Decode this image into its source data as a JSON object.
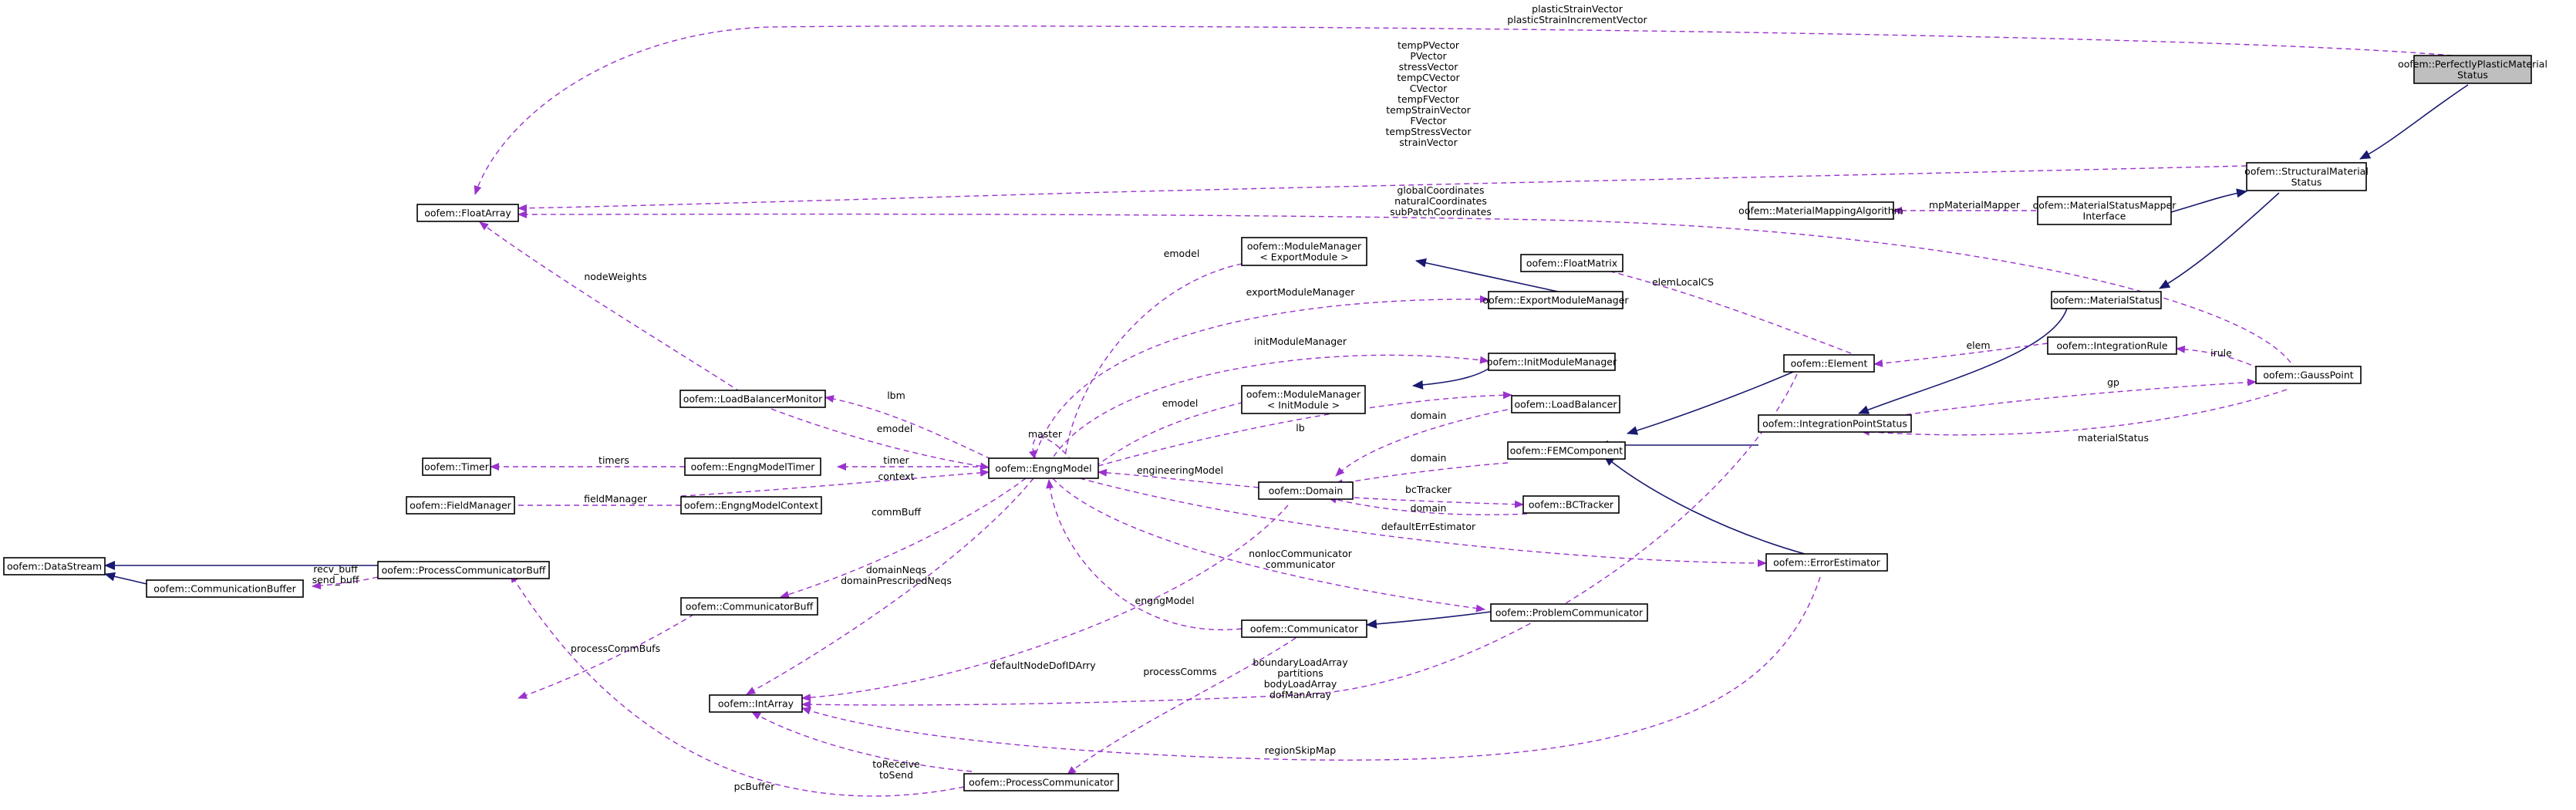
{
  "nodes": {
    "perfectlyplastic": [
      "oofem::PerfectlyPlasticMaterial",
      "Status"
    ],
    "structuralmaterialstatus": [
      "oofem::StructuralMaterial",
      "Status"
    ],
    "materialstatusmapper": [
      "oofem::MaterialStatusMapper",
      "Interface"
    ],
    "materialmappingalgorithm": [
      "oofem::MaterialMappingAlgorithm"
    ],
    "materialstatus": [
      "oofem::MaterialStatus"
    ],
    "floatarray": [
      "oofem::FloatArray"
    ],
    "modulemanager_export": [
      "oofem::ModuleManager",
      "< ExportModule >"
    ],
    "exportmodulemanager": [
      "oofem::ExportModuleManager"
    ],
    "floatmatrix": [
      "oofem::FloatMatrix"
    ],
    "initmodulemanager": [
      "oofem::InitModuleManager"
    ],
    "modulemanager_init": [
      "oofem::ModuleManager",
      "< InitModule >"
    ],
    "loadbalancer": [
      "oofem::LoadBalancer"
    ],
    "loadbalancermonitor": [
      "oofem::LoadBalancerMonitor"
    ],
    "element": [
      "oofem::Element"
    ],
    "integrationrule": [
      "oofem::IntegrationRule"
    ],
    "gausspoint": [
      "oofem::GaussPoint"
    ],
    "integrationpointstatus": [
      "oofem::IntegrationPointStatus"
    ],
    "femcomponent": [
      "oofem::FEMComponent"
    ],
    "timer": [
      "oofem::Timer"
    ],
    "engngmodeltimer": [
      "oofem::EngngModelTimer"
    ],
    "engngmodel": [
      "oofem::EngngModel"
    ],
    "fieldmanager": [
      "oofem::FieldManager"
    ],
    "engngmodelcontext": [
      "oofem::EngngModelContext"
    ],
    "domain": [
      "oofem::Domain"
    ],
    "bctracker": [
      "oofem::BCTracker"
    ],
    "errorestimator": [
      "oofem::ErrorEstimator"
    ],
    "communicatorbuff": [
      "oofem::CommunicatorBuff"
    ],
    "problemcommunicator": [
      "oofem::ProblemCommunicator"
    ],
    "communicator": [
      "oofem::Communicator"
    ],
    "intarray": [
      "oofem::IntArray"
    ],
    "datastream": [
      "oofem::DataStream"
    ],
    "processcommunicatorbuff": [
      "oofem::ProcessCommunicatorBuff"
    ],
    "communicationbuffer": [
      "oofem::CommunicationBuffer"
    ],
    "processcommunicator": [
      "oofem::ProcessCommunicator"
    ]
  },
  "edge_labels": {
    "plastic_strain": [
      "plasticStrainVector",
      "plasticStrainIncrementVector"
    ],
    "structural_vectors": [
      "tempPVector",
      "PVector",
      "stressVector",
      "tempCVector",
      "CVector",
      "tempFVector",
      "tempStrainVector",
      "FVector",
      "tempStressVector",
      "strainVector"
    ],
    "gp_coords": [
      "globalCoordinates",
      "naturalCoordinates",
      "subPatchCoordinates"
    ],
    "mpMaterialMapper": [
      "mpMaterialMapper"
    ],
    "nodeWeights": [
      "nodeWeights"
    ],
    "emodel_export": [
      "emodel"
    ],
    "exportModuleManager": [
      "exportModuleManager"
    ],
    "elemLocalCS": [
      "elemLocalCS"
    ],
    "initModuleManager": [
      "initModuleManager"
    ],
    "emodel_init": [
      "emodel"
    ],
    "lbm": [
      "lbm"
    ],
    "lb": [
      "lb"
    ],
    "emodel_lbm": [
      "emodel"
    ],
    "master": [
      "master"
    ],
    "elem": [
      "elem"
    ],
    "irule": [
      "irule"
    ],
    "gp": [
      "gp"
    ],
    "materialStatus": [
      "materialStatus"
    ],
    "domain_lb": [
      "domain"
    ],
    "domain_fem": [
      "domain"
    ],
    "timers": [
      "timers"
    ],
    "timer": [
      "timer"
    ],
    "context": [
      "context"
    ],
    "bcTracker": [
      "bcTracker"
    ],
    "domain_bc": [
      "domain"
    ],
    "fieldManager": [
      "fieldManager"
    ],
    "engineeringModel": [
      "engineeringModel"
    ],
    "defaultErrEstimator": [
      "defaultErrEstimator"
    ],
    "commBuff": [
      "commBuff"
    ],
    "domainNeqs": [
      "domainNeqs",
      "domainPrescribedNeqs"
    ],
    "nonloc": [
      "nonlocCommunicator",
      "communicator"
    ],
    "processCommBufs": [
      "processCommBufs"
    ],
    "engngModel": [
      "engngModel"
    ],
    "boundary": [
      "boundaryLoadArray",
      "partitions",
      "bodyLoadArray",
      "dofManArray"
    ],
    "defaultNodeDofIDArry": [
      "defaultNodeDofIDArry"
    ],
    "processComms": [
      "processComms"
    ],
    "recv_buff": [
      "recv_buff",
      "send_buff"
    ],
    "regionSkipMap": [
      "regionSkipMap"
    ],
    "toReceive": [
      "toReceive",
      "toSend"
    ],
    "pcBuffer": [
      "pcBuffer"
    ]
  },
  "colors": {
    "usage_edge": "#9a32cd",
    "inheritance_edge": "#191970",
    "root_fill": "#bfbfbf",
    "node_fill": "#ffffff"
  }
}
